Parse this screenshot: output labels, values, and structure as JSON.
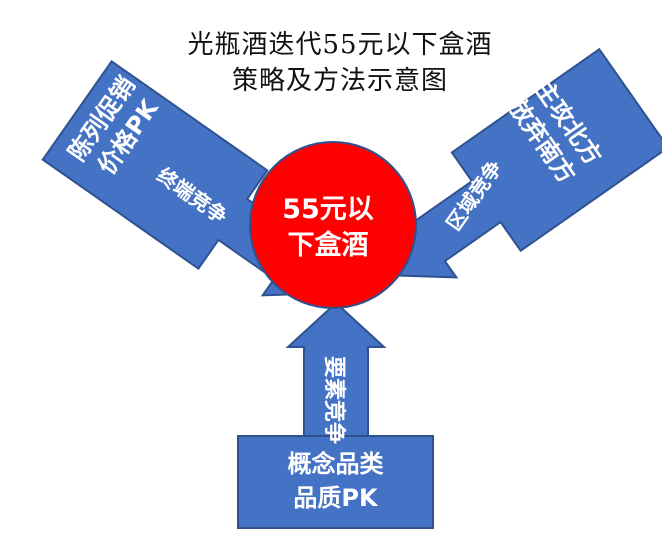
{
  "title": {
    "line1": "光瓶酒迭代55元以下盒酒",
    "line2": "策略及方法示意图"
  },
  "center": {
    "line1": "55元以",
    "line2": "下盒酒"
  },
  "left_block": {
    "line1": "陈列促销",
    "line2": "价格PK",
    "arrow_label": "终端竞争"
  },
  "right_block": {
    "line1": "主攻北方",
    "line2": "放弃南方",
    "arrow_label": "区域竞争"
  },
  "bottom_block": {
    "line1": "概念品类",
    "line2": "品质PK",
    "arrow_label": "要素竞争"
  },
  "colors": {
    "block_fill": "#4472C4",
    "block_stroke": "#2F528F",
    "center_fill": "#FF0000",
    "center_stroke": "#2F528F"
  }
}
